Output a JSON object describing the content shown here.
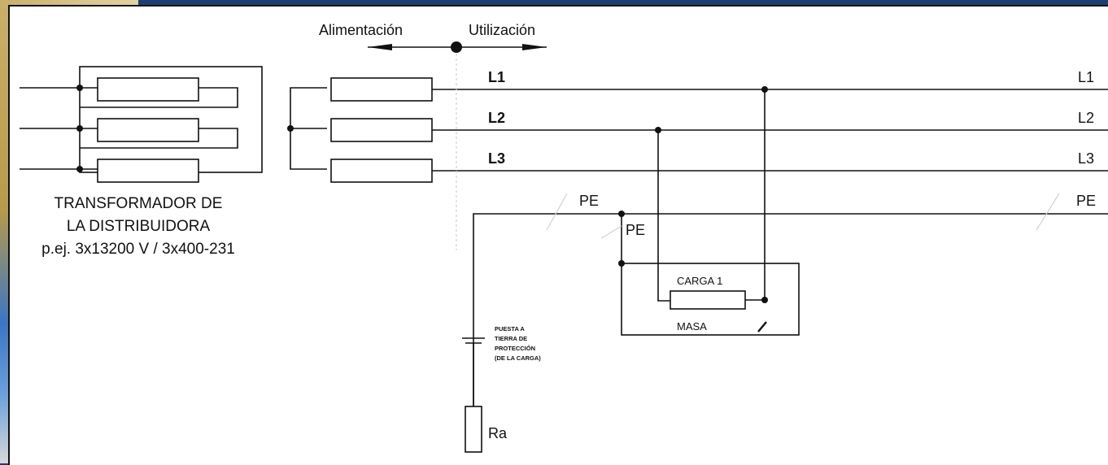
{
  "labels": {
    "alimentacion": "Alimentación",
    "utilizacion": "Utilización",
    "l1": "L1",
    "l2": "L2",
    "l3": "L3",
    "pe": "PE",
    "carga": "CARGA 1",
    "masa": "MASA",
    "ra": "Ra"
  },
  "transformer_caption": [
    "TRANSFORMADOR DE",
    "LA DISTRIBUIDORA",
    "p.ej. 3x13200 V / 3x400-231"
  ],
  "earth_note": [
    "PUESTA A",
    "TIERRA DE",
    "PROTECCIÓN",
    "(DE LA CARGA)"
  ],
  "colors": {
    "line": "#111111",
    "faint": "#cfcfcf",
    "frame_background": "#1b3f73"
  }
}
